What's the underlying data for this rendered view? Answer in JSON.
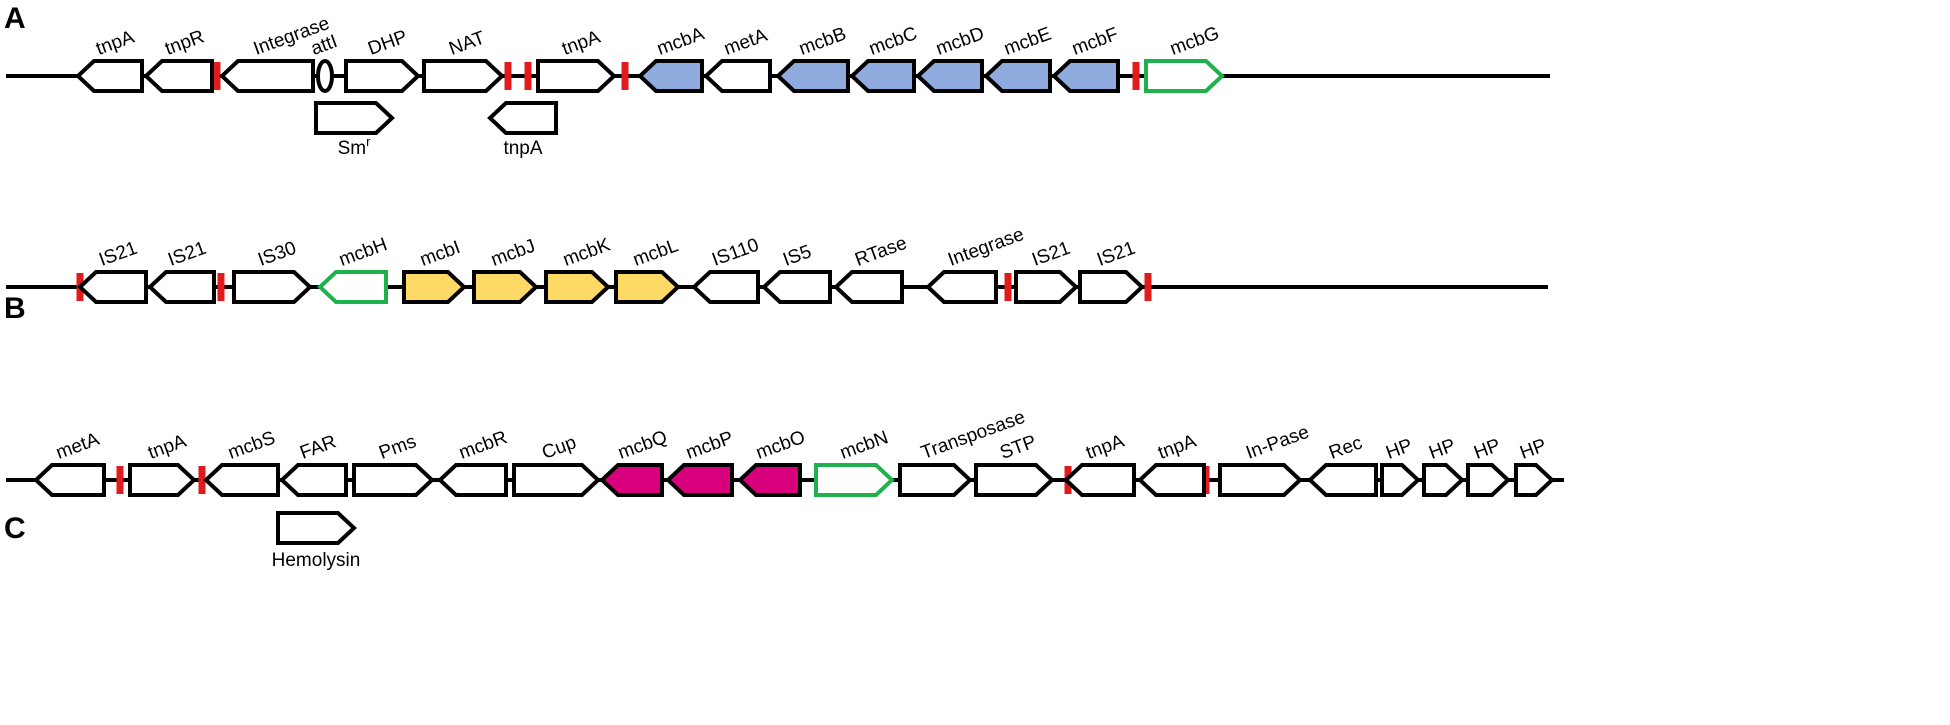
{
  "colors": {
    "line": "#000000",
    "outline": "#000000",
    "empty_fill": "#ffffff",
    "mcb_cluster_A": "#8faadc",
    "mcb_cluster_B": "#ffd966",
    "mcb_cluster_C": "#d9007e",
    "immunity_outline": "#1fb14b",
    "repeat_marker": "#e11b1b"
  },
  "panels": [
    {
      "letter": "A",
      "genes": [
        {
          "label": "tnpA",
          "dir": "left",
          "style": "plain"
        },
        {
          "label": "tnpR",
          "dir": "left",
          "style": "plain"
        },
        {
          "label": "Integrase",
          "dir": "left",
          "style": "plain"
        },
        {
          "label": "attI",
          "dir": "none",
          "style": "site"
        },
        {
          "label": "DHP",
          "dir": "right",
          "style": "plain"
        },
        {
          "label": "NAT",
          "dir": "right",
          "style": "plain"
        },
        {
          "label": "tnpA",
          "dir": "right",
          "style": "plain"
        },
        {
          "label": "mcbA",
          "dir": "left",
          "style": "clusterA"
        },
        {
          "label": "metA",
          "dir": "left",
          "style": "plain"
        },
        {
          "label": "mcbB",
          "dir": "left",
          "style": "clusterA"
        },
        {
          "label": "mcbC",
          "dir": "left",
          "style": "clusterA"
        },
        {
          "label": "mcbD",
          "dir": "left",
          "style": "clusterA"
        },
        {
          "label": "mcbE",
          "dir": "left",
          "style": "clusterA"
        },
        {
          "label": "mcbF",
          "dir": "left",
          "style": "clusterA"
        },
        {
          "label": "mcbG",
          "dir": "right",
          "style": "immunity"
        }
      ],
      "below": [
        {
          "label": "Sm",
          "sup": "r",
          "dir": "right"
        },
        {
          "label": "tnpA",
          "sup": "",
          "dir": "left"
        }
      ]
    },
    {
      "letter": "B",
      "genes": [
        {
          "label": "IS21",
          "dir": "left",
          "style": "plain"
        },
        {
          "label": "IS21",
          "dir": "left",
          "style": "plain"
        },
        {
          "label": "IS30",
          "dir": "right",
          "style": "plain"
        },
        {
          "label": "mcbH",
          "dir": "left",
          "style": "immunity"
        },
        {
          "label": "mcbI",
          "dir": "right",
          "style": "clusterB"
        },
        {
          "label": "mcbJ",
          "dir": "right",
          "style": "clusterB"
        },
        {
          "label": "mcbK",
          "dir": "right",
          "style": "clusterB"
        },
        {
          "label": "mcbL",
          "dir": "right",
          "style": "clusterB"
        },
        {
          "label": "IS110",
          "dir": "left",
          "style": "plain"
        },
        {
          "label": "IS5",
          "dir": "left",
          "style": "plain"
        },
        {
          "label": "RTase",
          "dir": "left",
          "style": "plain"
        },
        {
          "label": "Integrase",
          "dir": "left",
          "style": "plain"
        },
        {
          "label": "IS21",
          "dir": "right",
          "style": "plain"
        },
        {
          "label": "IS21",
          "dir": "right",
          "style": "plain"
        }
      ],
      "below": []
    },
    {
      "letter": "C",
      "genes": [
        {
          "label": "metA",
          "dir": "left",
          "style": "plain"
        },
        {
          "label": "tnpA",
          "dir": "right",
          "style": "plain"
        },
        {
          "label": "mcbS",
          "dir": "left",
          "style": "plain"
        },
        {
          "label": "FAR",
          "dir": "left",
          "style": "plain"
        },
        {
          "label": "Pms",
          "dir": "right",
          "style": "plain"
        },
        {
          "label": "mcbR",
          "dir": "left",
          "style": "plain"
        },
        {
          "label": "Cup",
          "dir": "right",
          "style": "plain"
        },
        {
          "label": "mcbQ",
          "dir": "left",
          "style": "clusterC"
        },
        {
          "label": "mcbP",
          "dir": "left",
          "style": "clusterC"
        },
        {
          "label": "mcbO",
          "dir": "left",
          "style": "clusterC"
        },
        {
          "label": "mcbN",
          "dir": "right",
          "style": "immunity"
        },
        {
          "label": "Transposase",
          "dir": "right",
          "style": "plain"
        },
        {
          "label": "STP",
          "dir": "right",
          "style": "plain"
        },
        {
          "label": "tnpA",
          "dir": "left",
          "style": "plain"
        },
        {
          "label": "tnpA",
          "dir": "left",
          "style": "plain"
        },
        {
          "label": "In-Pase",
          "dir": "right",
          "style": "plain"
        },
        {
          "label": "Rec",
          "dir": "left",
          "style": "plain"
        },
        {
          "label": "HP",
          "dir": "right",
          "style": "plain"
        },
        {
          "label": "HP",
          "dir": "right",
          "style": "plain"
        },
        {
          "label": "HP",
          "dir": "right",
          "style": "plain"
        },
        {
          "label": "HP",
          "dir": "right",
          "style": "plain"
        }
      ],
      "below": [
        {
          "label": "Hemolysin",
          "sup": "",
          "dir": "right"
        }
      ]
    }
  ]
}
